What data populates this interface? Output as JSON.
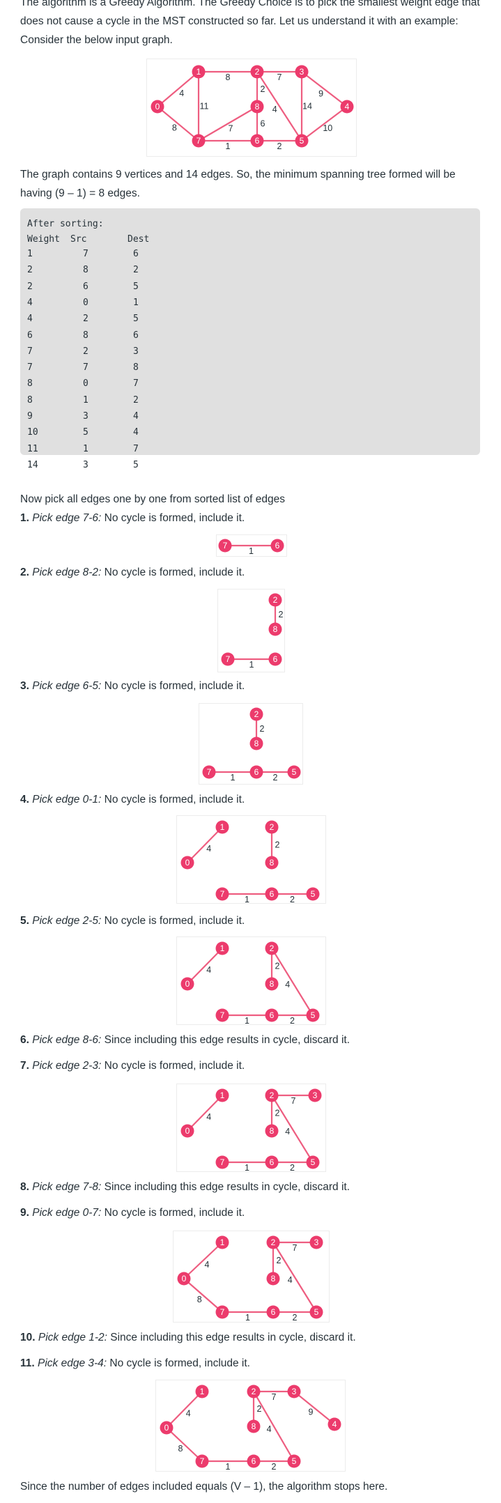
{
  "intro": "The algorithm is a Greedy Algorithm. The Greedy Choice is to pick the smallest weight edge that does not cause a cycle in the MST constructed so far. Let us understand it with an exam­ple: Consider the below input graph.",
  "graph_summary": "The graph contains 9 vertices and 14 edges. So, the minimum spanning tree formed will be having (9 – 1) = 8 edges.",
  "code": {
    "title": "After sorting:",
    "headers": [
      "Weight",
      "Src",
      "Dest"
    ],
    "rows": [
      [
        "1",
        "7",
        "6"
      ],
      [
        "2",
        "8",
        "2"
      ],
      [
        "2",
        "6",
        "5"
      ],
      [
        "4",
        "0",
        "1"
      ],
      [
        "4",
        "2",
        "5"
      ],
      [
        "6",
        "8",
        "6"
      ],
      [
        "7",
        "2",
        "3"
      ],
      [
        "7",
        "7",
        "8"
      ],
      [
        "8",
        "0",
        "7"
      ],
      [
        "8",
        "1",
        "2"
      ],
      [
        "9",
        "3",
        "4"
      ],
      [
        "10",
        "5",
        "4"
      ],
      [
        "11",
        "1",
        "7"
      ],
      [
        "14",
        "3",
        "5"
      ]
    ]
  },
  "pick_intro": "Now pick all edges one by one from sorted list of edges",
  "steps": [
    {
      "num": "1.",
      "edge": "Pick edge 7-6:",
      "result": " No cycle is formed, include it."
    },
    {
      "num": "2.",
      "edge": "Pick edge 8-2:",
      "result": " No cycle is formed, include it."
    },
    {
      "num": "3.",
      "edge": "Pick edge 6-5:",
      "result": " No cycle is formed, include it."
    },
    {
      "num": "4.",
      "edge": "Pick edge 0-1:",
      "result": " No cycle is formed, include it."
    },
    {
      "num": "5.",
      "edge": "Pick edge 2-5:",
      "result": " No cycle is formed, include it."
    },
    {
      "num": "6.",
      "edge": "Pick edge 8-6:",
      "result": " Since including this edge results in cycle, discard it."
    },
    {
      "num": "7.",
      "edge": "Pick edge 2-3:",
      "result": " No cycle is formed, include it."
    },
    {
      "num": "8.",
      "edge": "Pick edge 7-8:",
      "result": " Since including this edge results in cycle, discard it."
    },
    {
      "num": "9.",
      "edge": "Pick edge 0-7:",
      "result": " No cycle is formed, include it."
    },
    {
      "num": "10.",
      "edge": "Pick edge 1-2:",
      "result": " Since including this edge results in cycle, discard it."
    },
    {
      "num": "11.",
      "edge": "Pick edge 3-4:",
      "result": " No cycle is formed, include it."
    }
  ],
  "conclusion": "Since the number of edges included equals (V – 1), the algorithm stops here.",
  "colors": {
    "node": "#ec3b6c",
    "edge": "#ee5d80",
    "text": "#273239",
    "code_bg": "#e0e0e0"
  },
  "graph": {
    "vertices": [
      "0",
      "1",
      "2",
      "3",
      "4",
      "5",
      "6",
      "7",
      "8"
    ],
    "edges": [
      {
        "u": "0",
        "v": "1",
        "w": "4"
      },
      {
        "u": "0",
        "v": "7",
        "w": "8"
      },
      {
        "u": "1",
        "v": "2",
        "w": "8"
      },
      {
        "u": "1",
        "v": "7",
        "w": "11"
      },
      {
        "u": "2",
        "v": "3",
        "w": "7"
      },
      {
        "u": "2",
        "v": "8",
        "w": "2"
      },
      {
        "u": "2",
        "v": "5",
        "w": "4"
      },
      {
        "u": "3",
        "v": "4",
        "w": "9"
      },
      {
        "u": "3",
        "v": "5",
        "w": "14"
      },
      {
        "u": "4",
        "v": "5",
        "w": "10"
      },
      {
        "u": "5",
        "v": "6",
        "w": "2"
      },
      {
        "u": "6",
        "v": "7",
        "w": "1"
      },
      {
        "u": "6",
        "v": "8",
        "w": "6"
      },
      {
        "u": "7",
        "v": "8",
        "w": "7"
      }
    ]
  },
  "mst_steps": [
    {
      "edges": [
        "6-7"
      ]
    },
    {
      "edges": [
        "6-7",
        "2-8"
      ]
    },
    {
      "edges": [
        "6-7",
        "2-8",
        "5-6"
      ]
    },
    {
      "edges": [
        "6-7",
        "2-8",
        "5-6",
        "0-1"
      ]
    },
    {
      "edges": [
        "6-7",
        "2-8",
        "5-6",
        "0-1",
        "2-5"
      ]
    },
    {
      "edges": [
        "6-7",
        "2-8",
        "5-6",
        "0-1",
        "2-5",
        "2-3"
      ]
    },
    {
      "edges": [
        "6-7",
        "2-8",
        "5-6",
        "0-1",
        "2-5",
        "2-3",
        "0-7"
      ]
    },
    {
      "edges": [
        "6-7",
        "2-8",
        "5-6",
        "0-1",
        "2-5",
        "2-3",
        "0-7",
        "3-4"
      ]
    }
  ]
}
